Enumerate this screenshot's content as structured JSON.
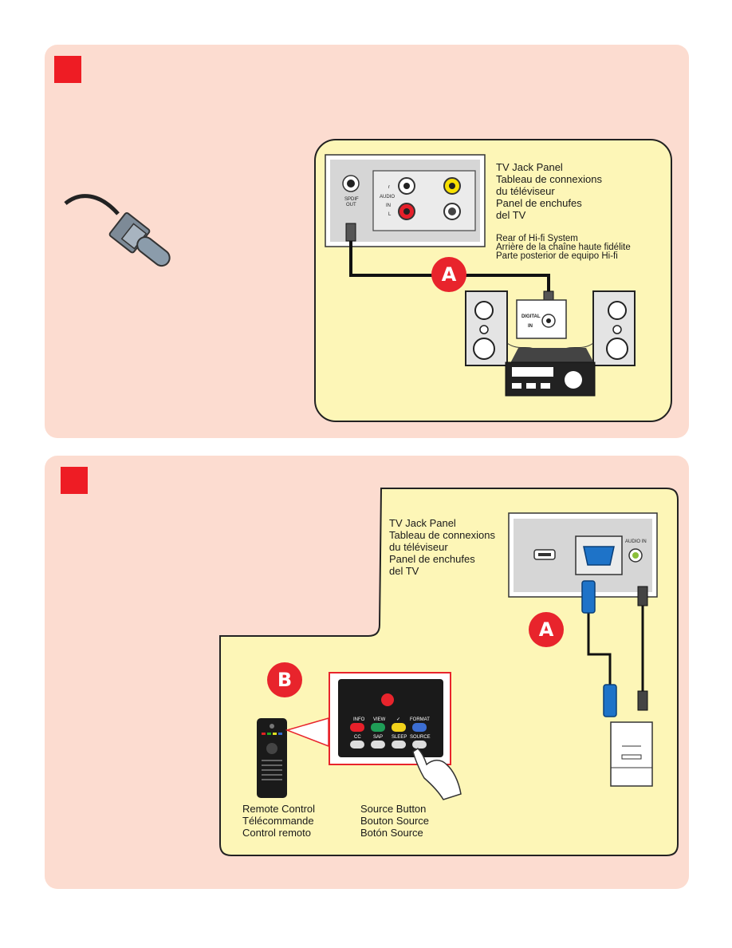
{
  "step_markers": [
    "",
    ""
  ],
  "top": {
    "tv_panel_title": [
      "TV Jack Panel",
      "Tableau de connexions",
      "du téléviseur",
      "Panel de enchufes",
      "del TV"
    ],
    "hifi_title": [
      "Rear of Hi-fi System",
      "Arrière de la chaîne haute fidélite",
      "Parte posterior de equipo Hi-fi"
    ],
    "spdif_label": [
      "SPDIF",
      "OUT"
    ],
    "audio_labels": [
      "r",
      "AUDIO",
      "IN",
      "L"
    ],
    "digital_in_label": [
      "DIGITAL",
      "IN"
    ],
    "badge": "A"
  },
  "bottom": {
    "tv_panel_title": [
      "TV Jack Panel",
      "Tableau de connexions",
      "du téléviseur",
      "Panel de enchufes",
      "del TV"
    ],
    "audio_in_label": "AUDIO IN",
    "badge_a": "A",
    "badge_b": "B",
    "remote_buttons": [
      "INFO",
      "VIEW",
      "✓",
      "FORMAT",
      "CC",
      "SAP",
      "SLEEP",
      "SOURCE"
    ],
    "remote_label": [
      "Remote Control",
      "Télécommande",
      "Control remoto"
    ],
    "source_label": [
      "Source Button",
      "Bouton Source",
      "Botón Source"
    ]
  },
  "colors": {
    "section_bg": "#fcdcd0",
    "panel_bg": "#fdf6b7",
    "marker_red": "#ee1c24",
    "badge_red": "#e8242c"
  }
}
